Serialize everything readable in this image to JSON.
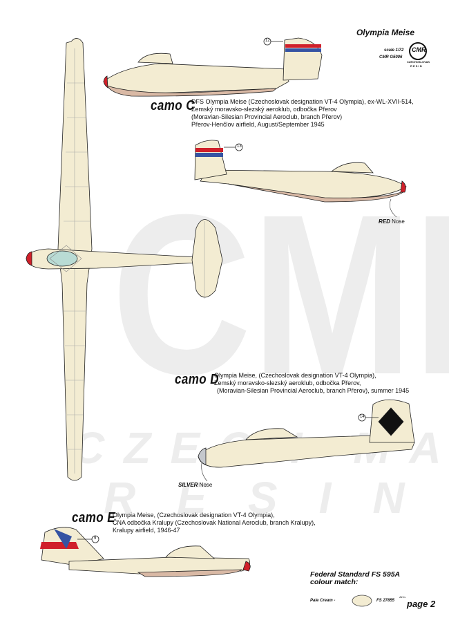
{
  "header": {
    "title": "Olympia Meise",
    "scale": "scale 1/72",
    "code": "CMR G5006",
    "logo_letters": "CMR",
    "logo_sub": "CZECHOSLOVAK",
    "logo_sub2": "R E S I N"
  },
  "watermark": {
    "letters": "CMR",
    "line1": "CZECH MASTER",
    "line2": "RESIN"
  },
  "camo_c": {
    "label": "camo C",
    "lines": [
      "DFS Olympia Meise (Czechoslovak designation VT-4 Olympia), ex-WL-XVII-514,",
      "Zemský moravsko-slezský aeroklub, odbočka Přerov",
      "(Moravian-Silesian Provincial Aeroclub, branch Přerov)",
      "Přerov-Henčlov airfield, August/September 1945"
    ],
    "number_top": "12",
    "number_side": "13"
  },
  "red_nose": {
    "bold": "RED",
    "rest": " Nose"
  },
  "camo_d": {
    "label": "camo D",
    "lines": [
      "Olympia Meise, (Czechoslovak designation VT-4 Olympia),",
      "Zemský moravsko-slezský aeroklub, odbočka Přerov,",
      "(Moravian-Silesian Provincial Aeroclub, branch Přerov), summer 1945"
    ],
    "number": "14"
  },
  "silver_nose": {
    "bold": "SILVER",
    "rest": " Nose"
  },
  "camo_e": {
    "label": "camo E",
    "lines": [
      "Olympia Meise, (Czechoslovak designation VT-4 Olympia),",
      "ČNA odbočka Kralupy (Czechoslovak National Aeroclub, branch Kralupy),",
      "Kralupy airfield, 1946-47"
    ],
    "number": "9"
  },
  "footer": {
    "fs_line1": "Federal Standard FS 595A",
    "fs_line2": "colour match:",
    "swatch_label": "Pale Cream -",
    "fs_code": "FS 27855",
    "page": "page 2",
    "brand": "Aires"
  },
  "colors": {
    "cream": "#f3ecd2",
    "red": "#d0202a",
    "blue": "#3553a3",
    "silver": "#c4c7cc",
    "canopy": "#b9dbd4",
    "watermark": "#ebebeb"
  }
}
